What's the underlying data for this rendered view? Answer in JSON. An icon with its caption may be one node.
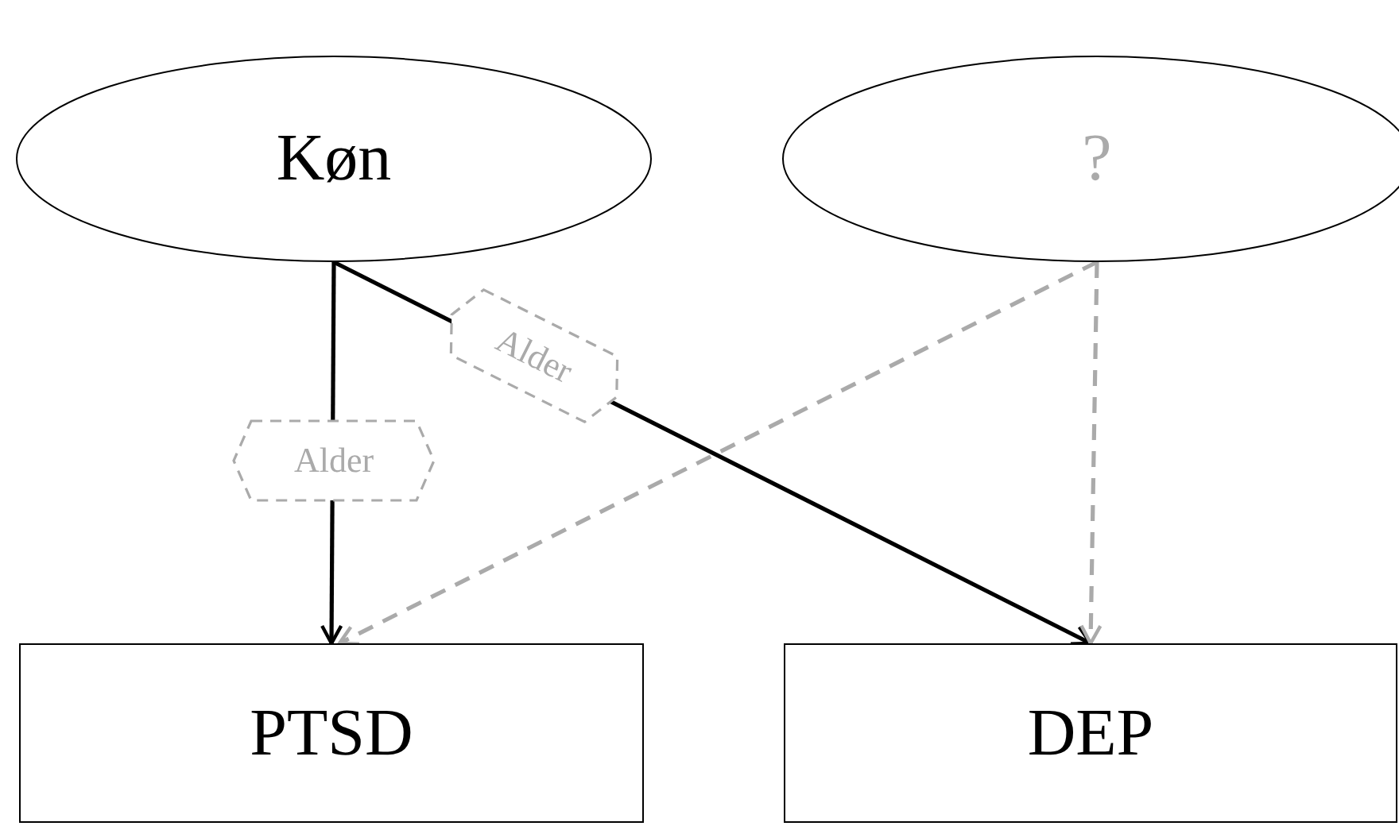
{
  "diagram": {
    "nodes": [
      {
        "text": [
          "Køn"
        ]
      },
      {
        "text": [
          "?"
        ]
      },
      {
        "text": [
          "PTSD"
        ]
      },
      {
        "text": [
          "DEP"
        ]
      }
    ],
    "edges": [
      {
        "from": 0,
        "to": 2,
        "arrow": "to",
        "label": "Alder"
      },
      {
        "from": 0,
        "to": 3,
        "arrow": "to",
        "label": "Alder"
      },
      {
        "from": 1,
        "to": 2,
        "arrow": "to",
        "style": "dashed",
        "color": "#aaaaaa"
      },
      {
        "from": 1,
        "to": 3,
        "arrow": "to",
        "style": "dashed",
        "color": "#aaaaaa"
      }
    ]
  }
}
